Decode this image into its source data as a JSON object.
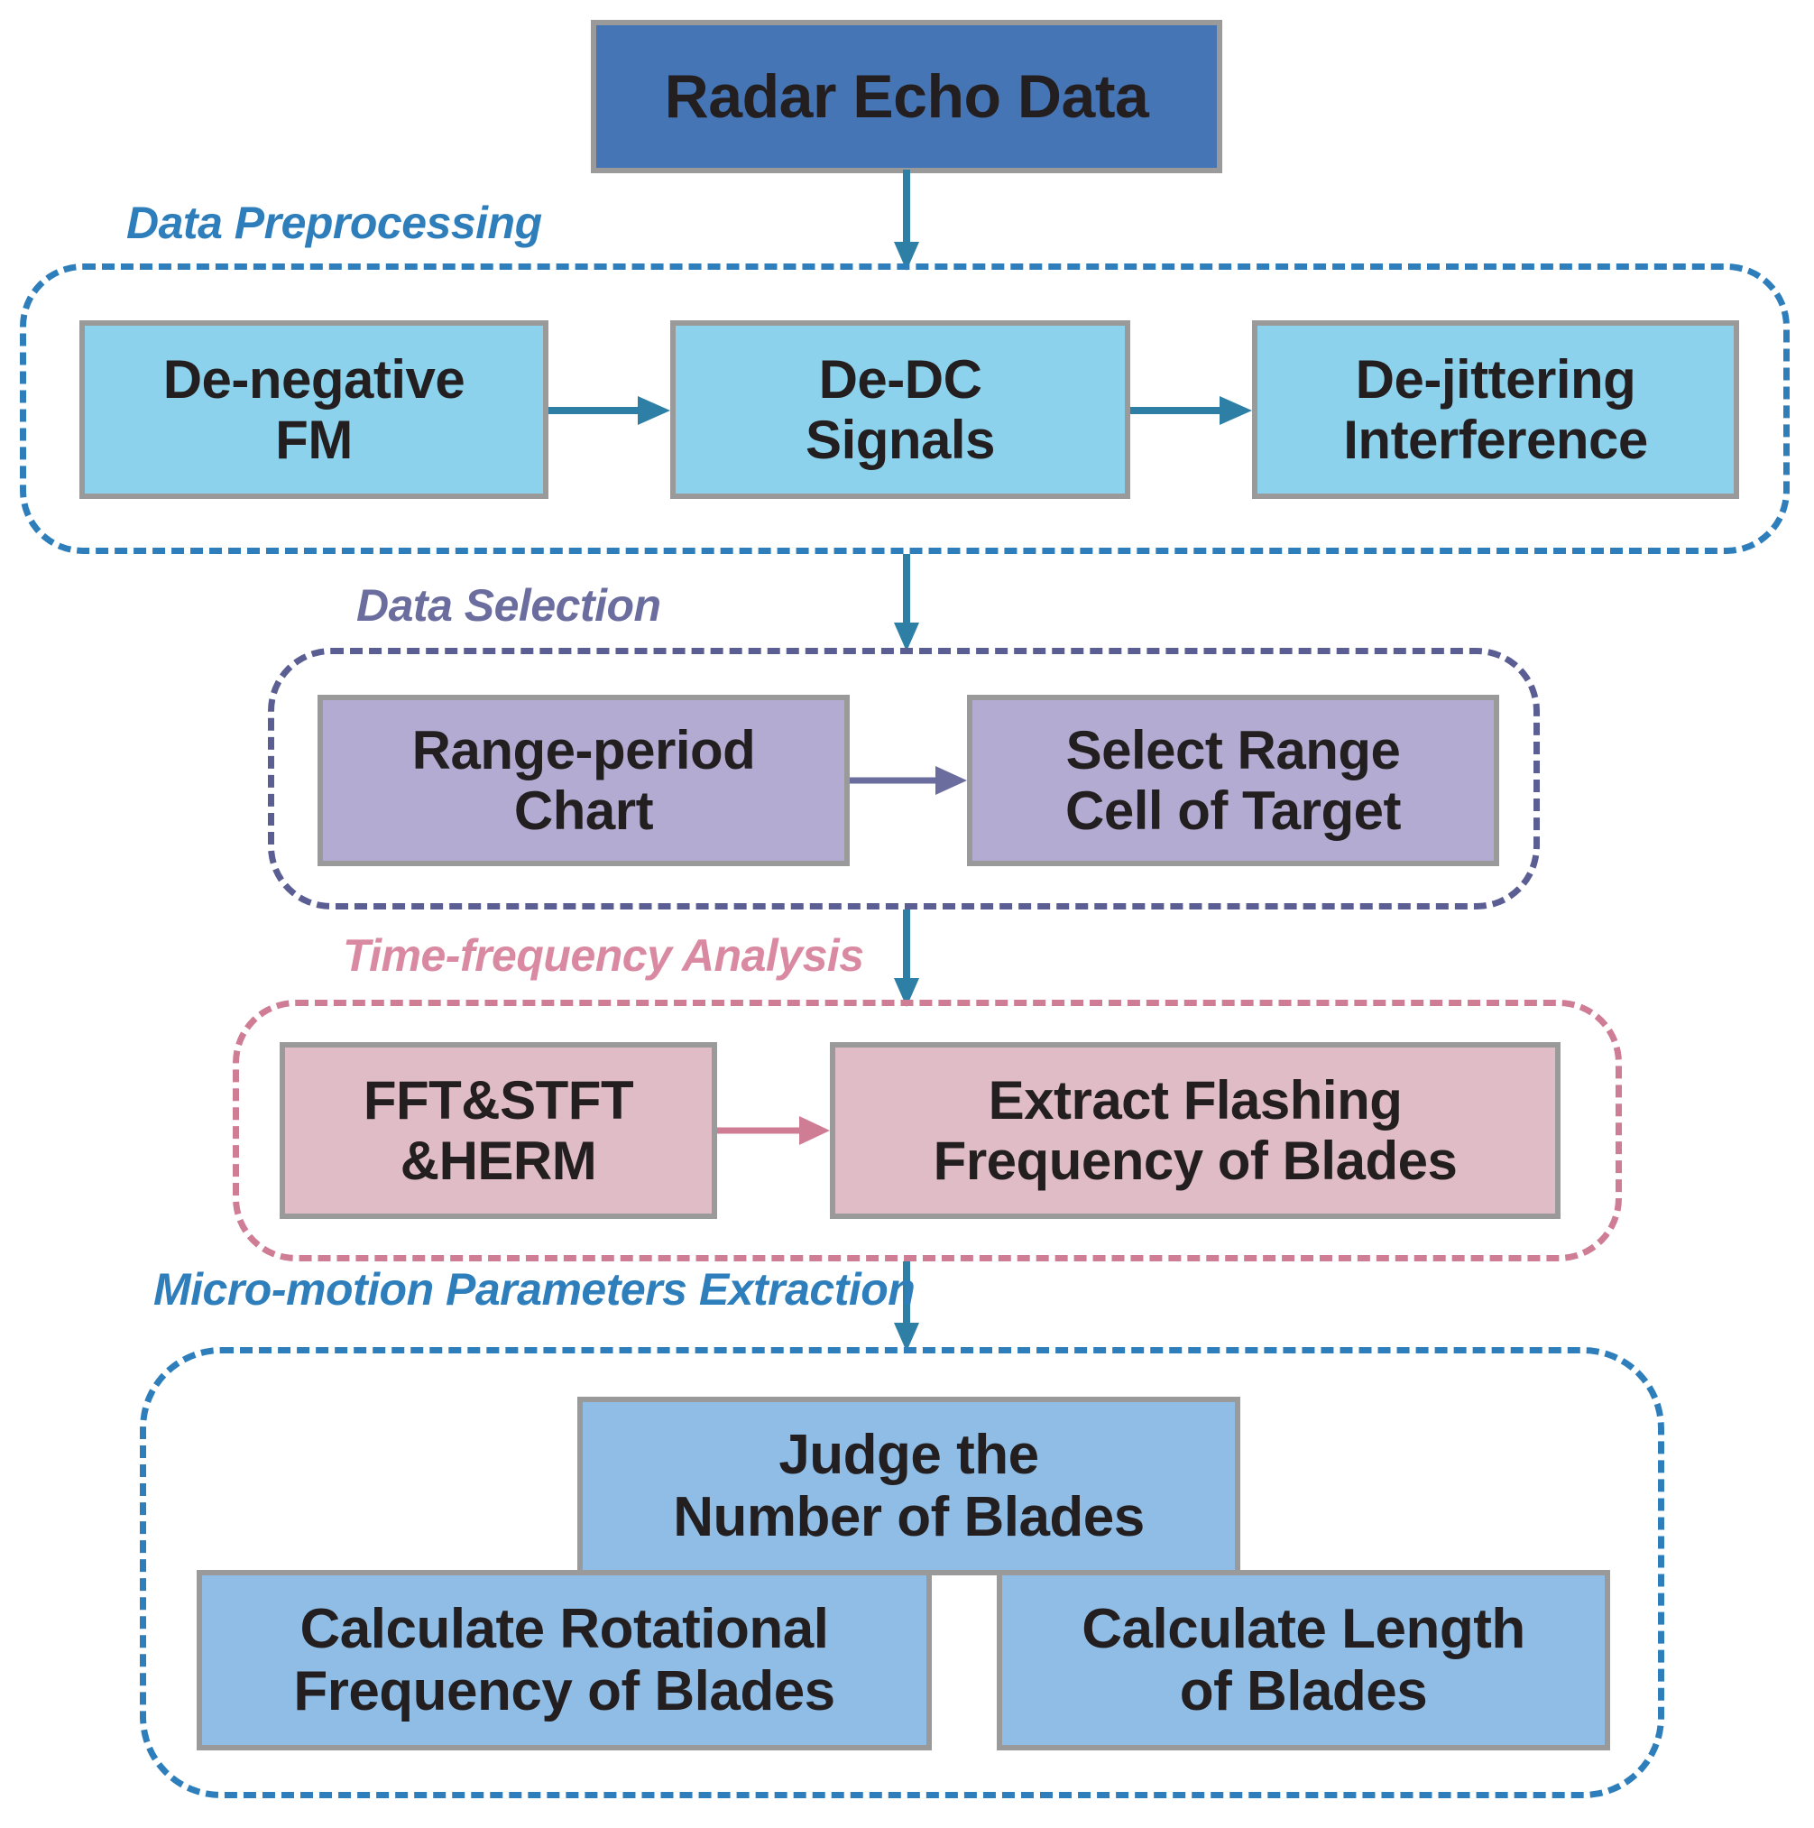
{
  "diagram": {
    "title_node": {
      "label": "Radar Echo Data",
      "fill": "#4575B4"
    },
    "groups": [
      {
        "id": "data-preprocessing",
        "caption": "Data Preprocessing",
        "caption_color": "#2E7EBB",
        "border_color": "#2E7EBB",
        "nodes": [
          {
            "label": "De-negative\nFM",
            "fill": "#8DD2EC"
          },
          {
            "label": "De-DC\nSignals",
            "fill": "#8DD2EC"
          },
          {
            "label": "De-jittering\nInterference",
            "fill": "#8DD2EC"
          }
        ]
      },
      {
        "id": "data-selection",
        "caption": "Data Selection",
        "caption_color": "#6A6D9E",
        "border_color": "#5B5E92",
        "nodes": [
          {
            "label": "Range-period\nChart",
            "fill": "#B3ABD2"
          },
          {
            "label": "Select Range\nCell of Target",
            "fill": "#B3ABD2"
          }
        ]
      },
      {
        "id": "time-frequency-analysis",
        "caption": "Time-frequency Analysis",
        "caption_color": "#D98AA2",
        "border_color": "#CE7D95",
        "nodes": [
          {
            "label": "FFT&STFT\n&HERM",
            "fill": "#E0BCC6"
          },
          {
            "label": "Extract Flashing\nFrequency of Blades",
            "fill": "#E0BCC6"
          }
        ]
      },
      {
        "id": "micro-motion-parameters-extraction",
        "caption": "Micro-motion Parameters Extraction",
        "caption_color": "#2E7EBB",
        "border_color": "#2E7EBB",
        "nodes": [
          {
            "label": "Judge the\nNumber of Blades",
            "fill": "#8FBDE5"
          },
          {
            "label": "Calculate Rotational\nFrequency of Blades",
            "fill": "#8FBDE5"
          },
          {
            "label": "Calculate Length\nof Blades",
            "fill": "#8FBDE5"
          }
        ]
      }
    ],
    "connector_colors": {
      "vertical_flow": "#2D7FA5",
      "preprocessing_arrow": "#2D7FA5",
      "selection_arrow": "#6A6D9E",
      "analysis_arrow": "#CE7D95"
    }
  }
}
